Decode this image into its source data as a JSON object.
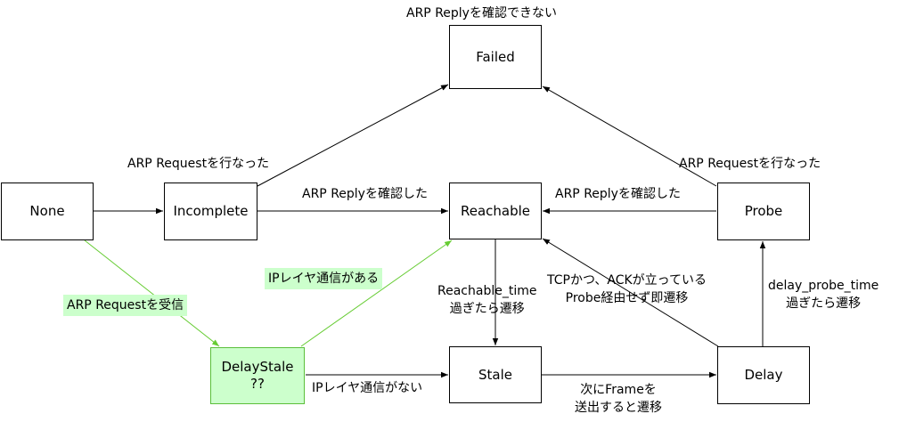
{
  "nodes": {
    "failed": "Failed",
    "none": "None",
    "incomplete": "Incomplete",
    "reachable": "Reachable",
    "probe": "Probe",
    "delaystale": {
      "line1": "DelayStale",
      "line2": "??"
    },
    "stale": "Stale",
    "delay": "Delay"
  },
  "labels": {
    "failed_top": "ARP Replyを確認できない",
    "incomplete_failed": "ARP Requestを行なった",
    "probe_failed": "ARP Requestを行なった",
    "incomplete_reachable": "ARP Replyを確認した",
    "probe_reachable": "ARP Replyを確認した",
    "none_delaystale": "ARP Requestを受信",
    "delaystale_reachable": "IPレイヤ通信がある",
    "delaystale_stale": "IPレイヤ通信がない",
    "reachable_stale": {
      "line1": "Reachable_time",
      "line2": "過ぎたら遷移"
    },
    "delay_reachable": {
      "line1": "TCPかつ、ACKが立っている",
      "line2": "Probe経由せず即遷移"
    },
    "delay_probe": {
      "line1": "delay_probe_time",
      "line2": "過ぎたら遷移"
    },
    "stale_delay": {
      "line1": "次にFrameを",
      "line2": "送出すると遷移"
    }
  },
  "colors": {
    "black_edge": "#000000",
    "green_edge": "#66cc33",
    "green_fill": "#ccffcc"
  }
}
